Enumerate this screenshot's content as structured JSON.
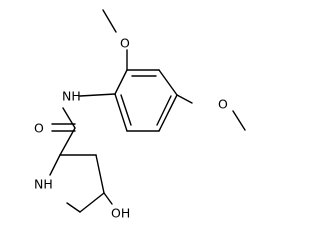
{
  "molecule": {
    "atoms": [
      {
        "id": "O_top",
        "label": "O"
      },
      {
        "id": "O_right",
        "label": "O"
      },
      {
        "id": "N_amide",
        "label": "NH"
      },
      {
        "id": "O_carb",
        "label": "O"
      },
      {
        "id": "N_ring",
        "label": "NH"
      },
      {
        "id": "O_hyd",
        "label": "OH"
      }
    ]
  },
  "colors": {
    "stroke": "#000000",
    "background": "#ffffff"
  }
}
